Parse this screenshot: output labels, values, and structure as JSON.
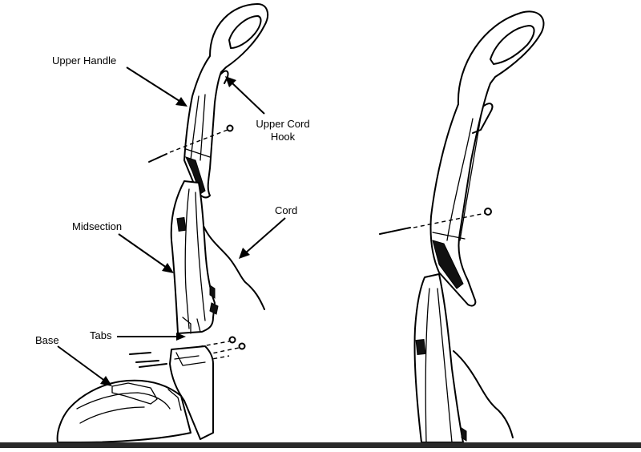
{
  "labels": {
    "upper_handle": "Upper Handle",
    "upper_cord_hook_line1": "Upper Cord",
    "upper_cord_hook_line2": "Hook",
    "cord": "Cord",
    "midsection": "Midsection",
    "tabs": "Tabs",
    "base": "Base"
  }
}
